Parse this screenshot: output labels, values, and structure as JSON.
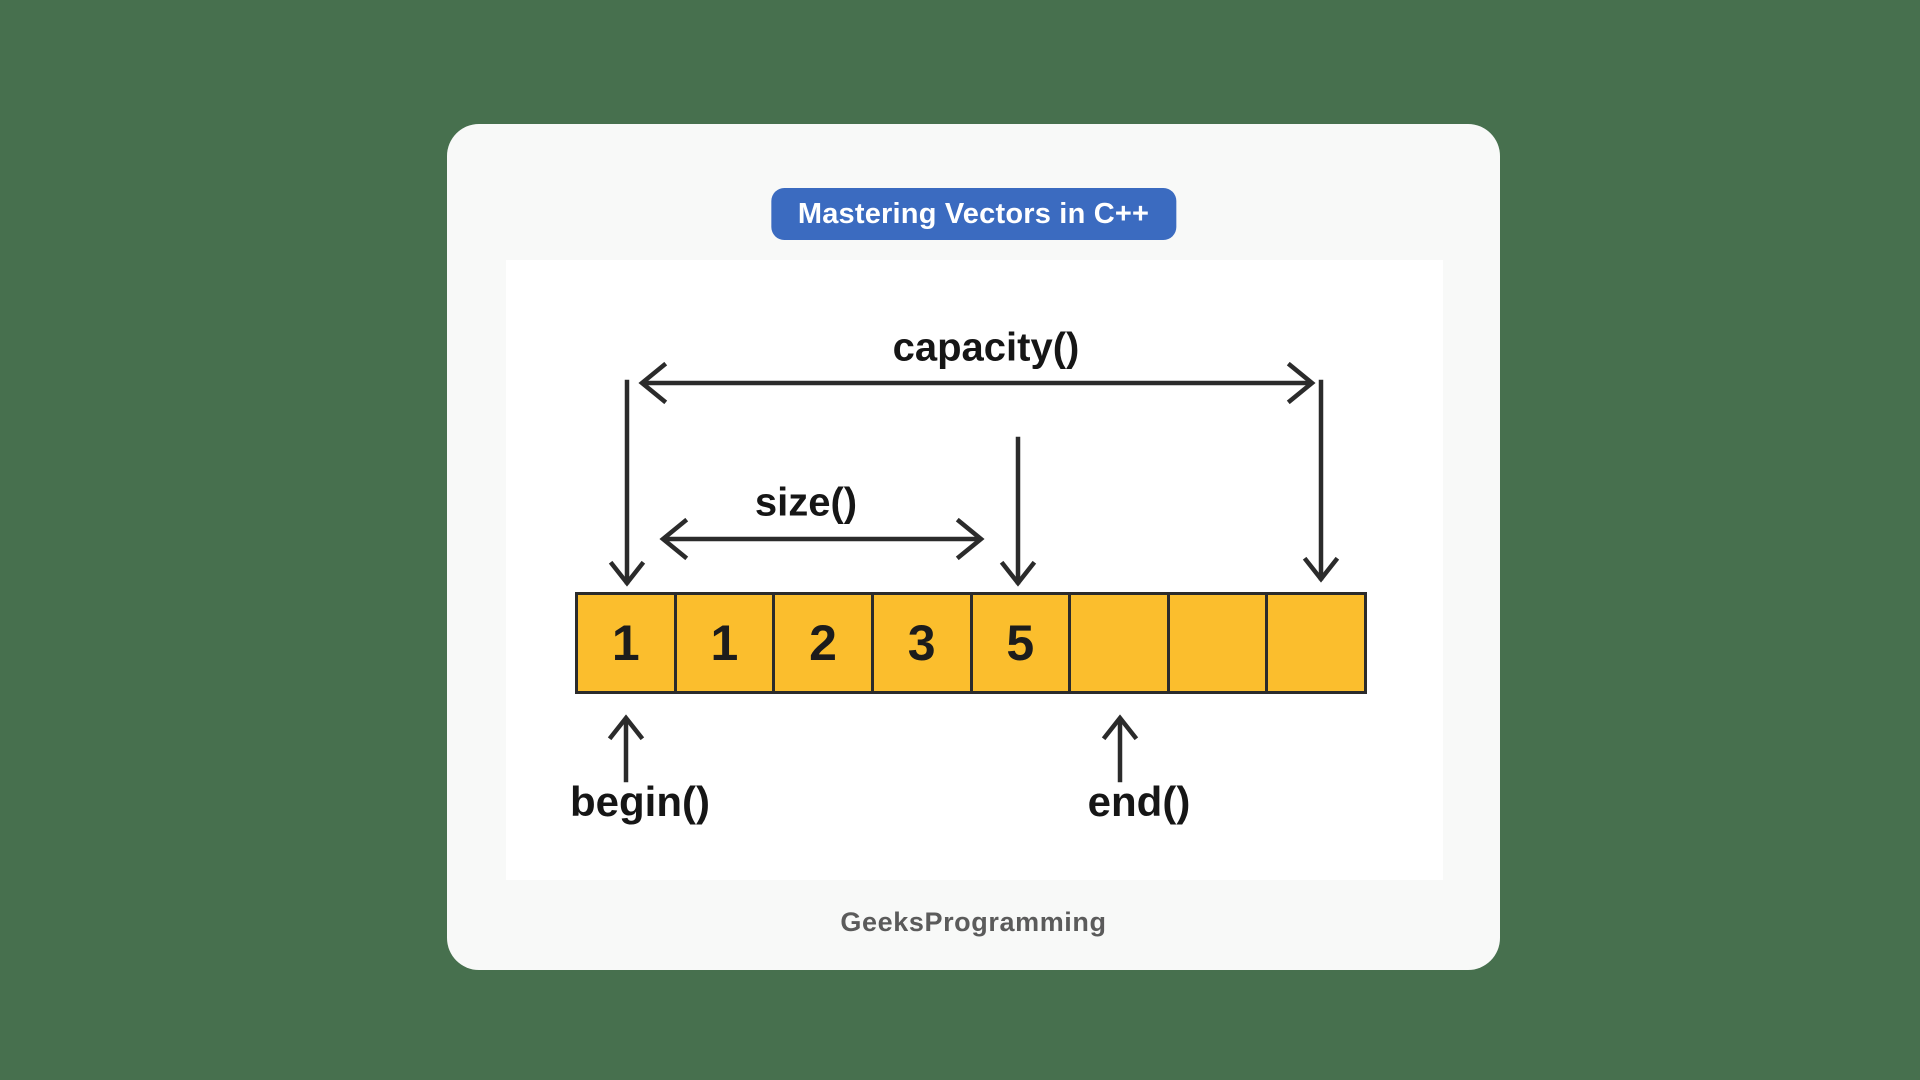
{
  "colors": {
    "bg-green": "#47704E",
    "card-bg": "#F8F9F8",
    "panel-bg": "#FFFFFF",
    "accent-blue": "#3B6BC0",
    "badge-text": "#FFFFFF",
    "cell-yellow": "#FBBE2D",
    "line-dark": "#2B2B2B",
    "ink": "#161616",
    "footer-gray": "#5B5B5B"
  },
  "header": {
    "title": "Mastering Vectors in C++"
  },
  "diagram": {
    "labels": {
      "capacity": "capacity()",
      "size": "size()",
      "begin": "begin()",
      "end": "end()"
    },
    "cells": [
      "1",
      "1",
      "2",
      "3",
      "5",
      "",
      "",
      ""
    ]
  },
  "footer": {
    "brand": "GeeksProgramming"
  }
}
